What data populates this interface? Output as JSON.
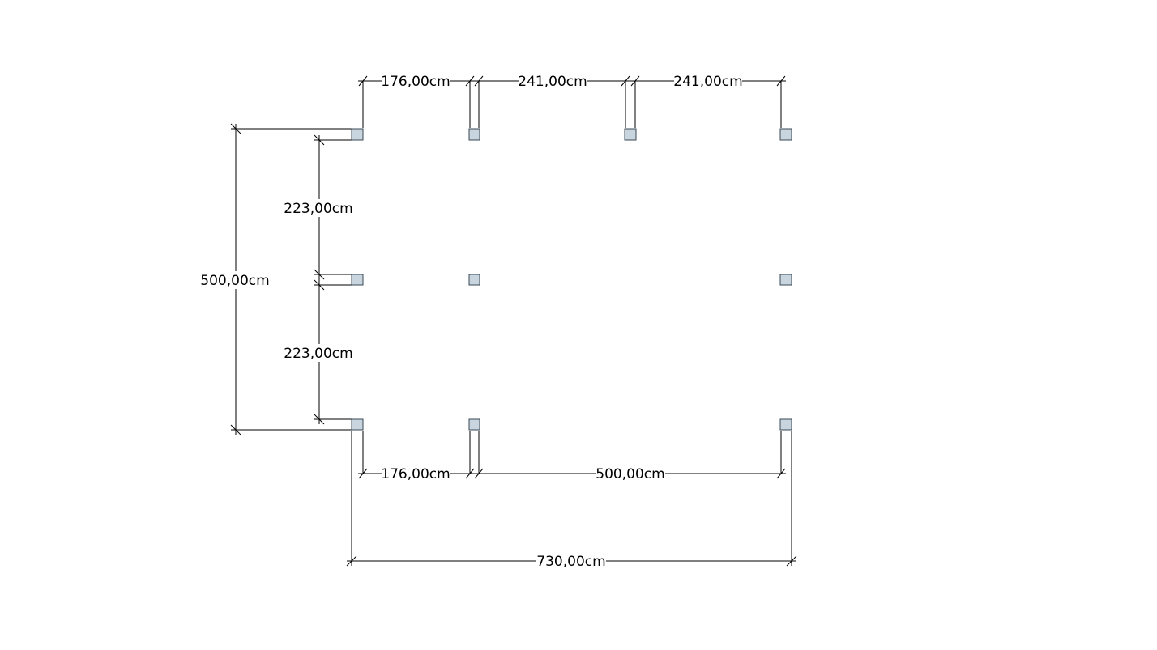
{
  "unit": "cm",
  "colors": {
    "post_fill": "#c8d4de",
    "post_stroke": "#3a4a55",
    "line": "#000000",
    "background": "#ffffff"
  },
  "dimensions": {
    "top_1": "176,00cm",
    "top_2": "241,00cm",
    "top_3": "241,00cm",
    "left_upper": "223,00cm",
    "left_lower": "223,00cm",
    "left_total": "500,00cm",
    "bottom_1": "176,00cm",
    "bottom_2": "500,00cm",
    "bottom_total": "730,00cm"
  },
  "posts": [
    {
      "row": "top",
      "column": 1
    },
    {
      "row": "top",
      "column": 2
    },
    {
      "row": "top",
      "column": 3
    },
    {
      "row": "top",
      "column": 4
    },
    {
      "row": "middle",
      "column": 1
    },
    {
      "row": "middle",
      "column": 2
    },
    {
      "row": "middle",
      "column": 4
    },
    {
      "row": "bottom",
      "column": 1
    },
    {
      "row": "bottom",
      "column": 2
    },
    {
      "row": "bottom",
      "column": 4
    }
  ]
}
